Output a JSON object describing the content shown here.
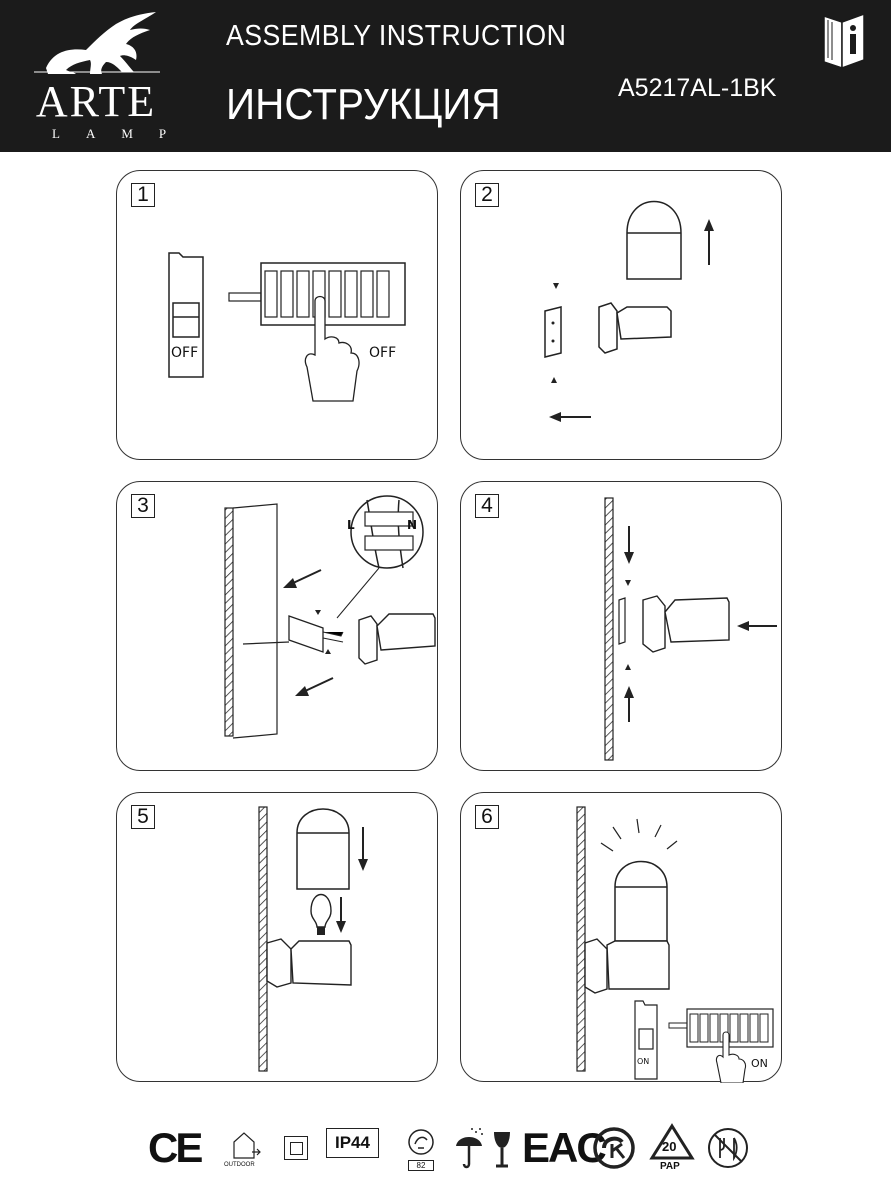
{
  "header": {
    "brand": "ARTE",
    "brand_sub": "LAMP",
    "title_en": "ASSEMBLY  INSTRUCTION",
    "title_ru": "ИНСТРУКЦИЯ",
    "model": "A5217AL-1BK",
    "info_icon": "manual-info-icon"
  },
  "steps": [
    {
      "num": "1",
      "labels": [
        "OFF",
        "OFF"
      ]
    },
    {
      "num": "2",
      "labels": []
    },
    {
      "num": "3",
      "labels": [
        "L",
        "N"
      ]
    },
    {
      "num": "4",
      "labels": []
    },
    {
      "num": "5",
      "labels": []
    },
    {
      "num": "6",
      "labels": [
        "ON",
        "ON"
      ]
    }
  ],
  "footer": {
    "ce": "CE",
    "outdoor": "OUTDOOR",
    "ip": "IP44",
    "rec_num": "82",
    "eac": "EAC",
    "recycle_num": "20",
    "recycle_code": "PAP",
    "icons": [
      "ce-mark",
      "outdoor-icon",
      "class-ii-icon",
      "ip44-badge",
      "recycle-82-icon",
      "umbrella-rain-icon",
      "glass-fork-icon",
      "eac-mark",
      "kc-mark",
      "pap-20-recycle-icon",
      "no-food-icon"
    ]
  }
}
